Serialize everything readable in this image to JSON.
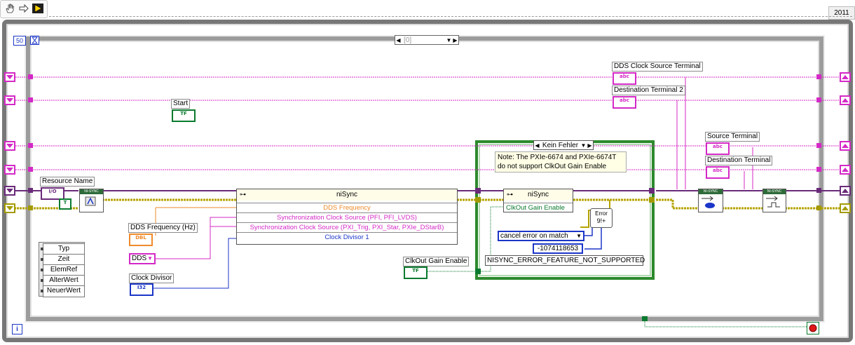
{
  "toolbar": {
    "hand_icon": "hand-icon",
    "arrow_icon": "arrow-right-icon",
    "run_icon": "run-icon",
    "version": "2011"
  },
  "loop": {
    "count_label": "50",
    "iteration_label": "i",
    "stop_icon": "stop-icon"
  },
  "event_selector": {
    "value": "[0]"
  },
  "controls": {
    "start": {
      "label": "Start",
      "type": "TF"
    },
    "resource_name": {
      "label": "Resource Name",
      "type": "I/O"
    },
    "dds_frequency": {
      "label": "DDS Frequency (Hz)",
      "type": "DBL"
    },
    "dds_const": {
      "value": "DDS"
    },
    "clock_divisor": {
      "label": "Clock Divisor",
      "type": "I32"
    },
    "clkout_gain": {
      "label": "ClkOut Gain Enable",
      "type": "TF"
    },
    "true_const": "T"
  },
  "event_data": [
    "Typ",
    "Zeit",
    "ElemRef",
    "AlterWert",
    "NeuerWert"
  ],
  "property_node_main": {
    "title": "niSync",
    "rows": [
      "DDS Frequency",
      "Synchronization Clock Source (PFI, PFI_LVDS)",
      "Synchronization Clock Source (PXI_Trig, PXI_Star, PXIe_DStarB)",
      "Clock Divisor 1"
    ]
  },
  "error_case": {
    "selector": "Kein Fehler",
    "note": "Note: The PXIe-6674 and PXIe-6674T do not support ClkOut Gain Enable",
    "node_title": "niSync",
    "node_row": "ClkOut Gain Enable",
    "cancel_mode": "cancel error on match",
    "error_code": "-1074118653",
    "error_name": "NISYNC_ERROR_FEATURE_NOT_SUPPORTED",
    "error_icon_text": "Error"
  },
  "indicators_right": {
    "dds_clock_source": {
      "label": "DDS Clock Source Terminal",
      "type": "abc"
    },
    "destination2": {
      "label": "Destination Terminal 2",
      "type": "abc"
    },
    "source": {
      "label": "Source Terminal",
      "type": "abc"
    },
    "destination": {
      "label": "Destination Terminal",
      "type": "abc"
    }
  },
  "subvi_labels": {
    "init": "NI-SYNC",
    "connect": "NI-SYNC",
    "trigger": "NI-SYNC"
  },
  "colors": {
    "string_wire": "#d429c6",
    "numeric_dbl": "#ee8a2a",
    "numeric_int": "#1b36c8",
    "boolean": "#0a7a2e",
    "error_wire": "#b5a300",
    "loop_frame": "#6e6e6e"
  }
}
